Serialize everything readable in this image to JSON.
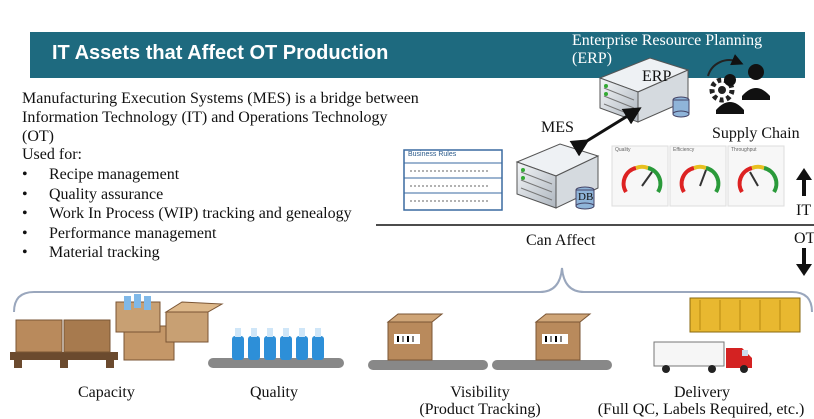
{
  "banner": {
    "title": "IT Assets that Affect OT Production",
    "color": "#1e6a7f"
  },
  "intro": {
    "text": "Manufacturing Execution Systems (MES) is a bridge between Information Technology (IT) and Operations Technology (OT)",
    "used_for": "Used for:",
    "bullet": "•",
    "items": [
      "Recipe management",
      "Quality assurance",
      "Work In Process (WIP) tracking and genealogy",
      "Performance management",
      "Material tracking"
    ]
  },
  "diagram": {
    "erp_full": "Enterprise Resource Planning (ERP)",
    "erp": "ERP",
    "mes": "MES",
    "db": "DB",
    "supply_chain": "Supply Chain",
    "business_rules": "Business Rules",
    "gauge_labels": [
      "Quality",
      "Efficiency",
      "Throughput"
    ],
    "it": "IT",
    "ot": "OT",
    "can_affect": "Can Affect"
  },
  "outcomes": {
    "capacity": "Capacity",
    "quality": "Quality",
    "visibility": "Visibility",
    "visibility_sub": "(Product Tracking)",
    "delivery": "Delivery",
    "delivery_sub": "(Full QC, Labels Required, etc.)"
  },
  "colors": {
    "banner": "#1e6a7f",
    "box": "#b98a5c",
    "bottle": "#2d8fd8",
    "truck_cab": "#d42222",
    "container": "#e8b830",
    "brace": "#9aa7bd"
  }
}
